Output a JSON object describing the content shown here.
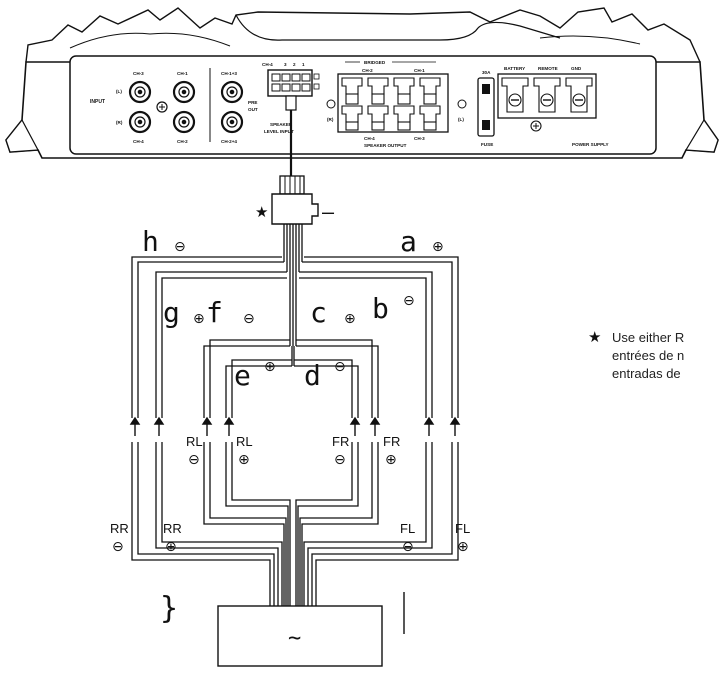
{
  "amp_panel": {
    "input_label": "INPUT",
    "left_label": "(L)",
    "right_label": "(R)",
    "rca_labels": [
      "CH-3",
      "CH-1",
      "CH-1+3",
      "CH-4",
      "CH-2",
      "CH-2+4"
    ],
    "pre_out_label_1": "PRE",
    "pre_out_label_2": "OUT",
    "speaker_level_channels": [
      "CH-4",
      "3",
      "2",
      "1"
    ],
    "speaker_level_label_1": "SPEAKER",
    "speaker_level_label_2": "LEVEL INPUT",
    "bridged_label": "BRIDGED",
    "ch2_label": "CH-2",
    "ch1_label": "CH-1",
    "ch4_label": "CH-4",
    "ch3_label": "CH-3",
    "speaker_output_label": "SPEAKER OUTPUT",
    "output_left_label": "(L)",
    "output_right_label": "(R)",
    "fuse_rating": "30A",
    "fuse_label": "FUSE",
    "battery_label": "BATTERY",
    "remote_label": "REMOTE",
    "gnd_label": "GND",
    "power_supply_label": "POWER SUPPLY"
  },
  "connector_marker": "★",
  "connector_dash": "–",
  "wires": {
    "h": "h",
    "g": "g",
    "f": "f",
    "e": "e",
    "d": "d",
    "c": "c",
    "b": "b",
    "a": "a"
  },
  "polarity": {
    "plus": "⊕",
    "minus": "⊖"
  },
  "speakers": {
    "rr": "RR",
    "rl": "RL",
    "fr": "FR",
    "fl": "FL"
  },
  "bottom": {
    "brace": "}",
    "bar": "|",
    "unit_symbol": "~"
  },
  "note": {
    "star": "★",
    "line1": "Use either R",
    "line2": "entrées de n",
    "line3": "entradas de"
  }
}
